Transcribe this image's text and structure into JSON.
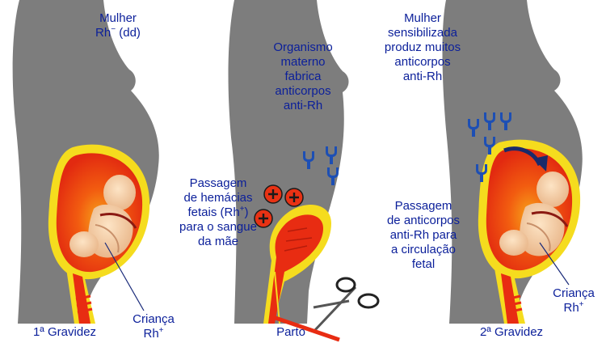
{
  "panels": [
    {
      "id": "first-pregnancy",
      "mother_label": "Mulher",
      "mother_rh": "Rh",
      "mother_rh_sign": "−",
      "mother_genotype": "(dd)",
      "child_label": "Criança",
      "child_rh": "Rh",
      "child_rh_sign": "+",
      "caption": "1ª Gravidez"
    },
    {
      "id": "delivery",
      "antibody_lines": [
        "Organismo",
        "materno",
        "fabrica",
        "anticorpos",
        "anti-Rh"
      ],
      "passage_lines": [
        "Passagem",
        "de hemácias",
        "fetais (Rh",
        "para o sangue",
        "da mãe"
      ],
      "passage_sign": "+",
      "caption": "Parto"
    },
    {
      "id": "second-pregnancy",
      "sensitized_lines": [
        "Mulher",
        "sensibilizada",
        "produz muitos",
        "anticorpos",
        "anti-Rh"
      ],
      "passage_lines": [
        "Passagem",
        "de anticorpos",
        "anti-Rh para",
        "a circulação",
        "fetal"
      ],
      "child_label": "Criança",
      "child_rh": "Rh",
      "child_rh_sign": "+",
      "caption": "2ª Gravidez"
    }
  ],
  "colors": {
    "body": "#7d7d7d",
    "uterus_outer": "#f5dc1e",
    "uterus_inner": "#e82c12",
    "uterus_core": "#f15a10",
    "fetus": "#f6cfa4",
    "antibody": "#1d4fb4",
    "text": "#0b1f9a",
    "red_cell": "#e83214"
  }
}
